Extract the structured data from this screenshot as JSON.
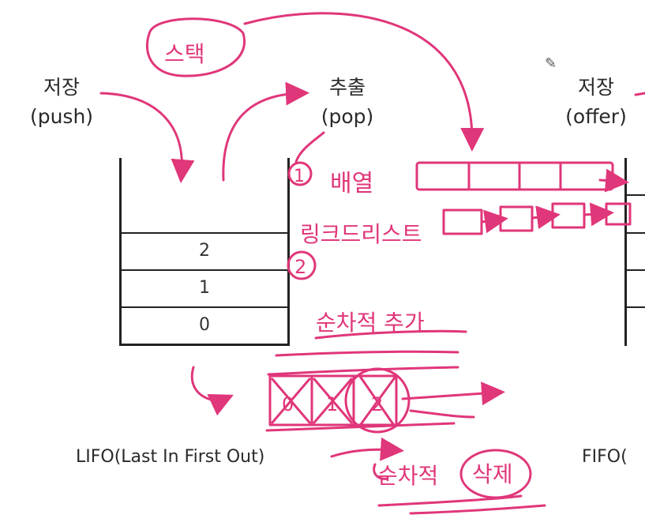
{
  "stack": {
    "push_title": "저장",
    "push_sub": "(push)",
    "pop_title": "추출",
    "pop_sub": "(pop)",
    "rows": [
      "2",
      "1",
      "0"
    ],
    "caption": "LIFO(Last In First Out)"
  },
  "queue": {
    "offer_title": "저장",
    "offer_sub": "(offer)",
    "caption": "FIFO("
  },
  "annotations": {
    "stack_word": "스택",
    "item1_num": "1",
    "item1_text": "배열",
    "item2_num": "2",
    "item2_text": "링크드리스트",
    "add_note": "순차적 추가",
    "delete_prefix": "순차적",
    "delete_word": "삭제",
    "cell_0": "0",
    "cell_1": "1",
    "cell_2": "2"
  },
  "colors": {
    "ink": "#e0367a",
    "line": "#222222"
  },
  "icons": {
    "cursor": "pencil-icon"
  }
}
